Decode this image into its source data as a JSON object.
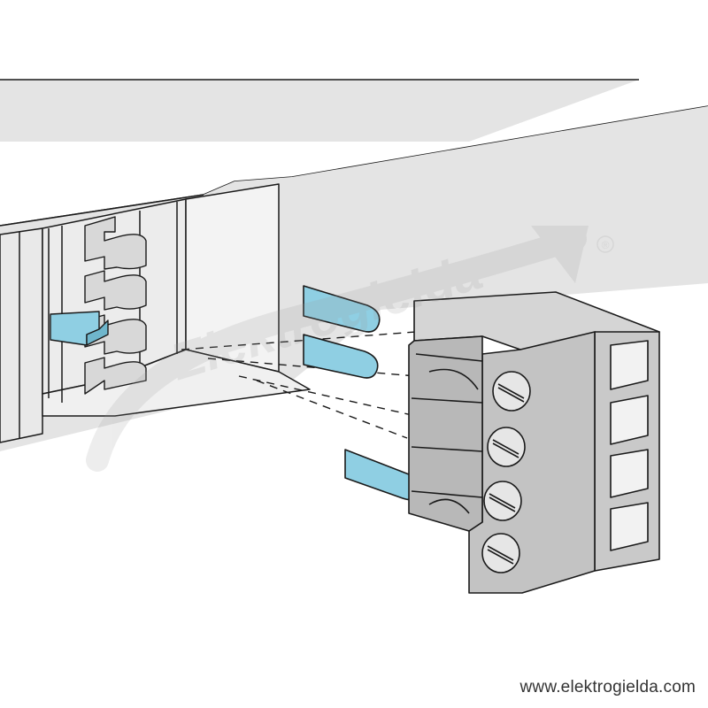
{
  "footer": {
    "url": "www.elektrogielda.com"
  },
  "watermark": {
    "text": "Elektrogielda",
    "registered_mark": "®"
  },
  "colors": {
    "housing": "#e4e4e4",
    "housing_dark": "#c8c8c8",
    "slot_inner": "#f0f0f0",
    "outline": "#1a1a1a",
    "accent_blue": "#8fcfe3",
    "terminal_front": "#c3c3c3",
    "terminal_top": "#d5d5d5",
    "terminal_side": "#b4b4b4"
  },
  "parts": {
    "device": "din-rail-module-housing",
    "plug": "4-pole-screw-terminal-block",
    "coding_pins": 3,
    "coding_clip_installed": 1
  }
}
